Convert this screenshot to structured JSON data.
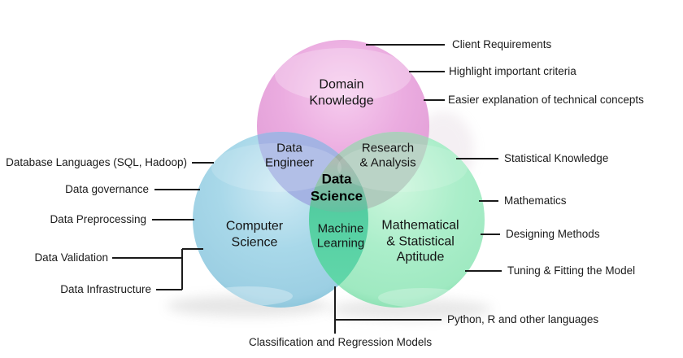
{
  "diagram": {
    "background": "#ffffff",
    "connector_color": "#1a1a1a",
    "circles": [
      {
        "id": "domain-knowledge",
        "label": "Domain\nKnowledge",
        "color": "#e9a9dd"
      },
      {
        "id": "computer-science",
        "label": "Computer\nScience",
        "color": "#a3d5e8"
      },
      {
        "id": "math-stat-aptitude",
        "label": "Mathematical\n& Statistical\nAptitude",
        "color": "#a8edc9"
      }
    ],
    "overlaps": [
      {
        "id": "data-engineer",
        "label": "Data\nEngineer",
        "color": "#a4b3e3"
      },
      {
        "id": "research-analysis",
        "label": "Research\n& Analysis",
        "color": "#afccbd"
      },
      {
        "id": "machine-learning",
        "label": "Machine\nLearning",
        "color": "#55cfa2"
      },
      {
        "id": "data-science",
        "label": "Data\nScience",
        "color": "#74b2a1"
      }
    ],
    "annotations": {
      "left": [
        "Database Languages (SQL, Hadoop)",
        "Data governance",
        "Data Preprocessing",
        "Data Validation",
        "Data Infrastructure"
      ],
      "top_right": [
        "Client Requirements",
        "Highlight important criteria",
        "Easier explanation of technical concepts"
      ],
      "right": [
        "Statistical Knowledge",
        "Mathematics",
        "Designing Methods",
        "Tuning & Fitting the Model"
      ],
      "bottom": [
        "Python, R and other languages",
        "Classification and Regression Models"
      ]
    }
  }
}
